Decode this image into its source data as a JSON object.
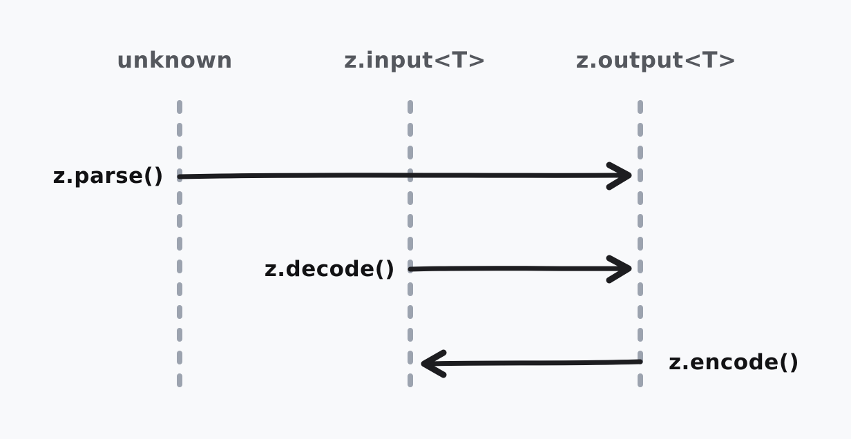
{
  "diagram": {
    "type": "sequence-diagram",
    "style": "hand-drawn",
    "lifelines": [
      {
        "label": "unknown"
      },
      {
        "label": "z.input<T>"
      },
      {
        "label": "z.output<T>"
      }
    ],
    "messages": [
      {
        "label": "z.parse()",
        "from": "unknown",
        "to": "z.output<T>",
        "direction": "right",
        "label_position": "left-of-source-lifeline"
      },
      {
        "label": "z.decode()",
        "from": "z.input<T>",
        "to": "z.output<T>",
        "direction": "right",
        "label_position": "left-of-source-lifeline"
      },
      {
        "label": "z.encode()",
        "from": "z.output<T>",
        "to": "z.input<T>",
        "direction": "left",
        "label_position": "right-of-source-lifeline"
      }
    ],
    "colors": {
      "background": "#f8f9fb",
      "lifeline": "#9ca3af",
      "lifeline_label_text": "#55585e",
      "message_arrow": "#1d1d20",
      "message_label_text": "#121214"
    }
  }
}
